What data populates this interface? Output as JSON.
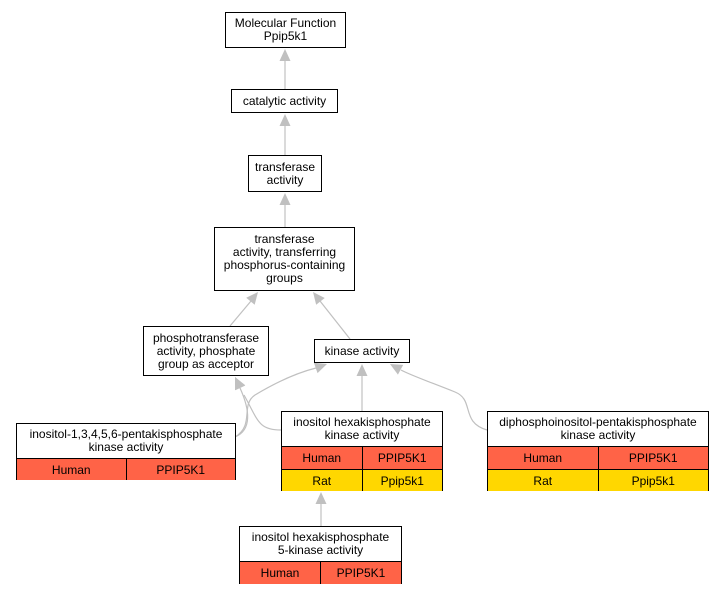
{
  "colors": {
    "human": "#FF6347",
    "rat": "#FFD700",
    "edge": "#c0c0c0"
  },
  "nodes": {
    "root": {
      "label": "Molecular Function\nPpip5k1"
    },
    "cat": {
      "label": "catalytic activity"
    },
    "trans": {
      "label": "transferase\nactivity"
    },
    "phos": {
      "label": "transferase\nactivity, transferring\nphosphorus-containing\ngroups"
    },
    "ptrans": {
      "label": "phosphotransferase\nactivity, phosphate\ngroup as acceptor"
    },
    "kinase": {
      "label": "kinase activity"
    },
    "ipk": {
      "label": "inositol-1,3,4,5,6-pentakisphosphate\nkinase activity",
      "rows": [
        {
          "species": "Human",
          "gene": "PPIP5K1"
        }
      ]
    },
    "ihk": {
      "label": "inositol hexakisphosphate\nkinase activity",
      "rows": [
        {
          "species": "Human",
          "gene": "PPIP5K1"
        },
        {
          "species": "Rat",
          "gene": "Ppip5k1"
        }
      ]
    },
    "dpk": {
      "label": "diphosphoinositol-pentakisphosphate\nkinase activity",
      "rows": [
        {
          "species": "Human",
          "gene": "PPIP5K1"
        },
        {
          "species": "Rat",
          "gene": "Ppip5k1"
        }
      ]
    },
    "i5k": {
      "label": "inositol hexakisphosphate\n5-kinase activity",
      "rows": [
        {
          "species": "Human",
          "gene": "PPIP5K1"
        }
      ]
    }
  }
}
